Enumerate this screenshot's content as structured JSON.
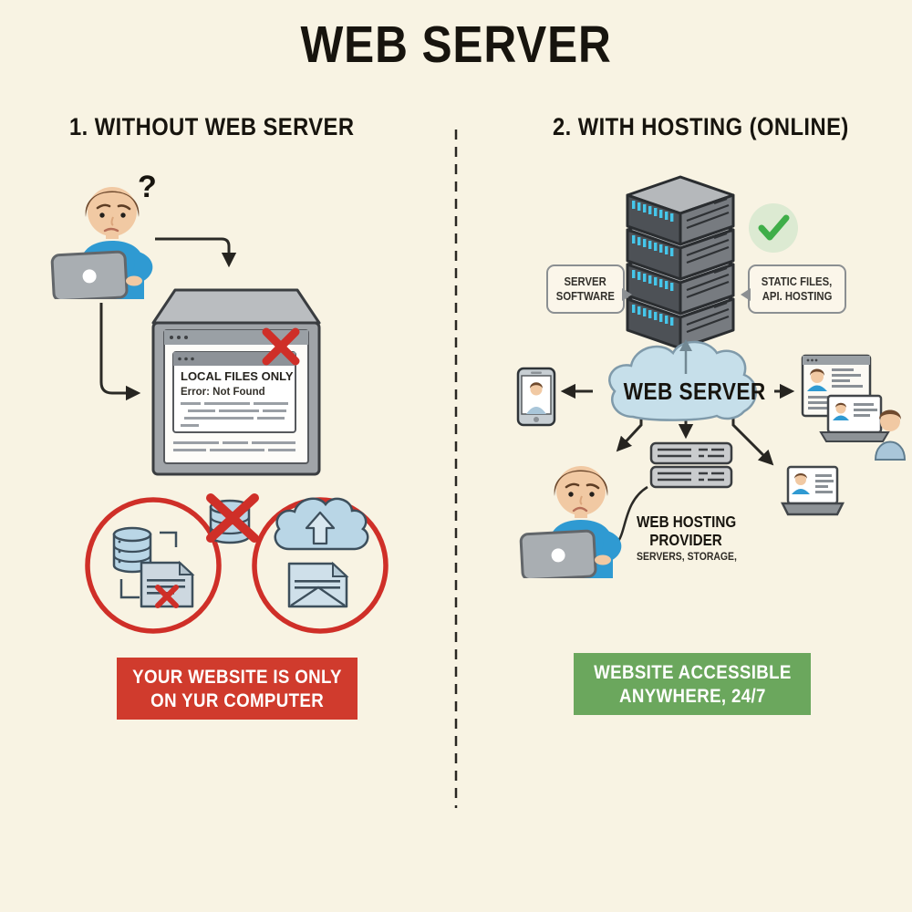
{
  "title": "WEB SERVER",
  "left": {
    "heading": "1. WITHOUT WEB SERVER",
    "question_mark": "?",
    "monitor_browser": {
      "headline": "LOCAL FILES ONLY",
      "subline": "Error: Not Found"
    },
    "banner": {
      "line1": "YOUR WEBSITE IS ONLY",
      "line2": "ON YUR COMPUTER"
    }
  },
  "right": {
    "heading": "2. WITH HOSTING (ONLINE)",
    "callout_server_software": {
      "line1": "SERVER",
      "line2": "SOFTWARE"
    },
    "callout_static_files": {
      "line1": "STATIC FILES,",
      "line2": "API. HOSTING"
    },
    "cloud_label": "WEB SERVER",
    "hosting_provider": {
      "line1": "WEB HOSTING",
      "line2": "PROVIDER",
      "line3": "SERVERS, STORAGE,"
    },
    "banner": {
      "line1": "WEBSITE ACCESSIBLE",
      "line2": "ANYWHERE, 24/7"
    }
  },
  "colors": {
    "background": "#f8f3e3",
    "ink": "#17140e",
    "red_banner": "#d03b2d",
    "green_banner": "#6ba75d",
    "accent_blue": "#2f9ad2",
    "cloud_blue": "#c6dfea",
    "icon_blue": "#b9d6e6",
    "red_x": "#cf2f28",
    "check_green": "#3fae49",
    "server_dark": "#4d5156",
    "led_cyan": "#45c6ea",
    "laptop_gray": "#a9aeb2",
    "skin": "#f1c9a3",
    "hair": "#6f4a2e"
  }
}
